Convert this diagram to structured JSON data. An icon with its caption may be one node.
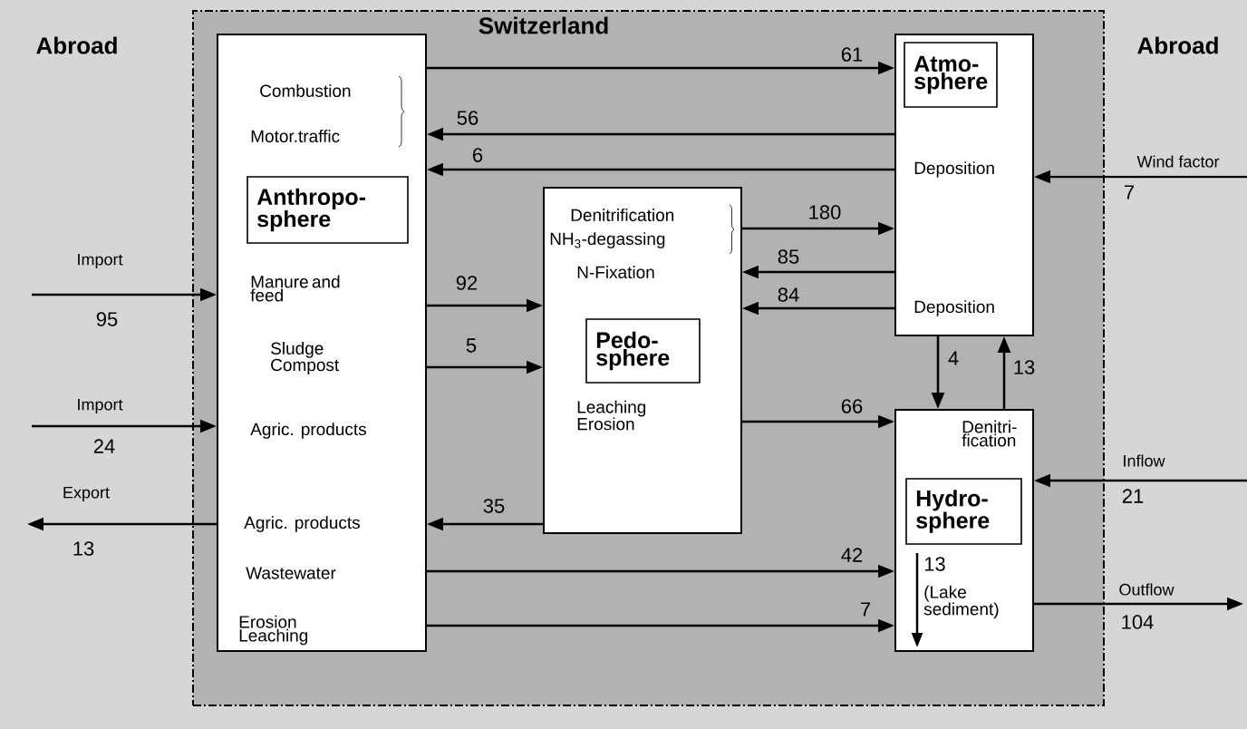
{
  "diagram": {
    "nodes": [
      {
        "text": [
          "Switzerland"
        ]
      },
      {
        "text": [
          "Combustion",
          "Motor.traffic",
          "Manure and feed",
          "Sludge Compost",
          "Agric. products",
          "Agric. products",
          "Wastewater",
          "Erosion Leaching"
        ],
        "in": 0
      },
      {
        "text": [
          "Anthropo- sphere"
        ],
        "in": 1
      },
      {
        "text": [
          "Denitrification",
          "NH$_{3}$-degassing",
          "N-Fixation",
          "Leaching Erosion"
        ],
        "in": 0
      },
      {
        "text": [
          "Pedo- sphere"
        ],
        "in": 3
      },
      {
        "text": [
          "Deposition",
          "Deposition"
        ],
        "in": 0
      },
      {
        "text": [
          "Atmo- sphere"
        ],
        "in": 5
      },
      {
        "text": [
          "Denitri- fication",
          "13",
          "(Lake sediment)"
        ],
        "in": 0
      },
      {
        "text": [
          "Hydro- sphere"
        ],
        "in": 7
      }
    ],
    "edges": [
      {
        "from": 1,
        "to": 5,
        "arrow": "to",
        "label": "61"
      },
      {
        "from": 5,
        "to": 1,
        "arrow": "to",
        "label": "56"
      },
      {
        "from": 5,
        "to": 1,
        "arrow": "to",
        "label": "6"
      },
      {
        "from": 3,
        "to": 5,
        "arrow": "to",
        "label": "180"
      },
      {
        "from": 5,
        "to": 3,
        "arrow": "to",
        "label": "85"
      },
      {
        "from": 5,
        "to": 3,
        "arrow": "to",
        "label": "84"
      },
      {
        "from": null,
        "to": 1,
        "arrow": "to",
        "label": "95"
      },
      {
        "from": null,
        "to": 1,
        "arrow": "to",
        "label": "24"
      },
      {
        "from": 1,
        "to": null,
        "arrow": "to",
        "label": "13"
      },
      {
        "from": 1,
        "to": 3,
        "arrow": "to",
        "label": "92"
      },
      {
        "from": 1,
        "to": 3,
        "arrow": "to",
        "label": "5"
      },
      {
        "from": 3,
        "to": 1,
        "arrow": "to",
        "label": "35"
      },
      {
        "from": 3,
        "to": 7,
        "arrow": "to",
        "label": "66"
      },
      {
        "from": 1,
        "to": 7,
        "arrow": "to",
        "label": "42"
      },
      {
        "from": 1,
        "to": 7,
        "arrow": "to",
        "label": "7"
      },
      {
        "from": 5,
        "to": 7,
        "arrow": "to",
        "label": "4"
      },
      {
        "from": 7,
        "to": 5,
        "arrow": "to",
        "label": "13"
      },
      {
        "from": null,
        "to": 5,
        "arrow": "to",
        "label": "7"
      },
      {
        "from": null,
        "to": 7,
        "arrow": "to",
        "label": "21"
      },
      {
        "from": 7,
        "to": null,
        "arrow": "to",
        "label": "104"
      }
    ],
    "labels": [
      "Abroad",
      "Abroad",
      "Wind factor",
      "Import",
      "Import",
      "Inflow",
      "Export",
      "Outflow"
    ]
  }
}
